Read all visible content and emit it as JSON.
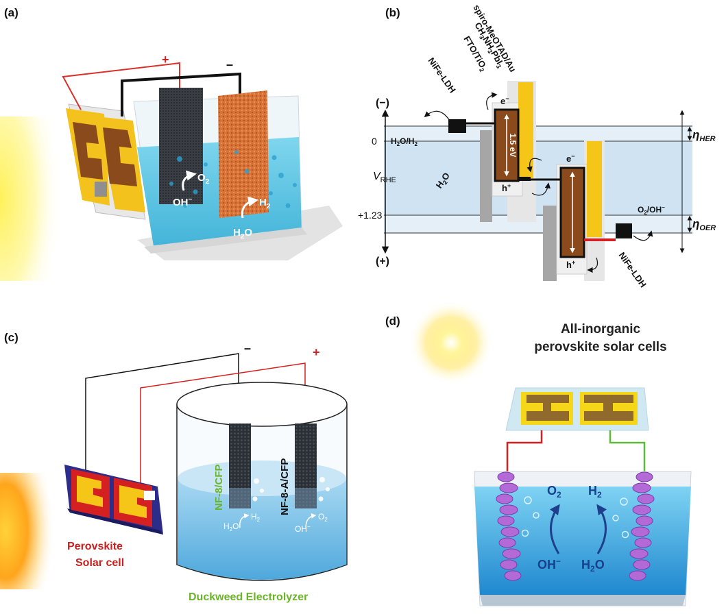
{
  "panels": {
    "a": {
      "label": "(a)",
      "plus": "+",
      "minus": "–",
      "o2": "O",
      "o2_sub": "2",
      "oh": "OH",
      "oh_sup": "−",
      "h2": "H",
      "h2_sub": "2",
      "h2o_h": "H",
      "h2o_sub": "2",
      "h2o_o": "O"
    },
    "b": {
      "label": "(b)",
      "top_label_1": "spiro-MeOTAD/Au",
      "top_label_2_a": "CH",
      "top_label_2_s1": "3",
      "top_label_2_b": "NH",
      "top_label_2_s2": "3",
      "top_label_2_c": "PbI",
      "top_label_2_s3": "3",
      "top_label_3_a": "FTO/TiO",
      "top_label_3_s": "2",
      "nife_top": "NiFe-LDH",
      "nife_bottom": "NiFe-LDH",
      "neg_sign": "(−)",
      "pos_sign": "(+)",
      "zero": "0",
      "v123": "+1.23",
      "v_rhe": "V",
      "v_rhe_sub": "RHE",
      "h2o_h2_a": "H",
      "h2o_h2_s": "2",
      "h2o_h2_b": "O/H",
      "h2o_h2_s2": "2",
      "water_a": "H",
      "water_s": "2",
      "water_b": "O",
      "gap": "1.5 eV",
      "e_minus": "e",
      "e_sup": "−",
      "h_plus": "h",
      "h_sup": "+",
      "o2_oh_a": "O",
      "o2_oh_s": "2",
      "o2_oh_b": "/OH",
      "o2_oh_sup": "−",
      "eta": "η",
      "eta_her": "HER",
      "eta_oer": "OER"
    },
    "c": {
      "label": "(c)",
      "minus": "–",
      "plus": "+",
      "electrode_1": "NF-8/CFP",
      "electrode_2": "NF-8-A/CFP",
      "h2o_h": "H",
      "h2o_sub": "2",
      "h2o_o": "O",
      "h2_h": "H",
      "h2_sub": "2",
      "oh": "OH",
      "oh_sup": "−",
      "o2_o": "O",
      "o2_sub": "2",
      "cell_line1": "Perovskite",
      "cell_line2": "Solar cell",
      "electrolyzer": "Duckweed Electrolyzer"
    },
    "d": {
      "label": "(d)",
      "title_line1": "All-inorganic",
      "title_line2": "perovskite solar cells",
      "o2_o": "O",
      "o2_sub": "2",
      "h2_h": "H",
      "h2_sub": "2",
      "oh": "OH",
      "oh_sup": "−",
      "h2o_h": "H",
      "h2o_sub": "2",
      "h2o_o": "O"
    }
  },
  "colors": {
    "water": "#5cc6e6",
    "gold": "#f5c518",
    "brown": "#8a4a1c",
    "perovskite_red": "#d42020",
    "green_label": "#6ab42a",
    "band_blue": "#cfe3f3",
    "dark_blue_text": "#1a3f8f"
  }
}
